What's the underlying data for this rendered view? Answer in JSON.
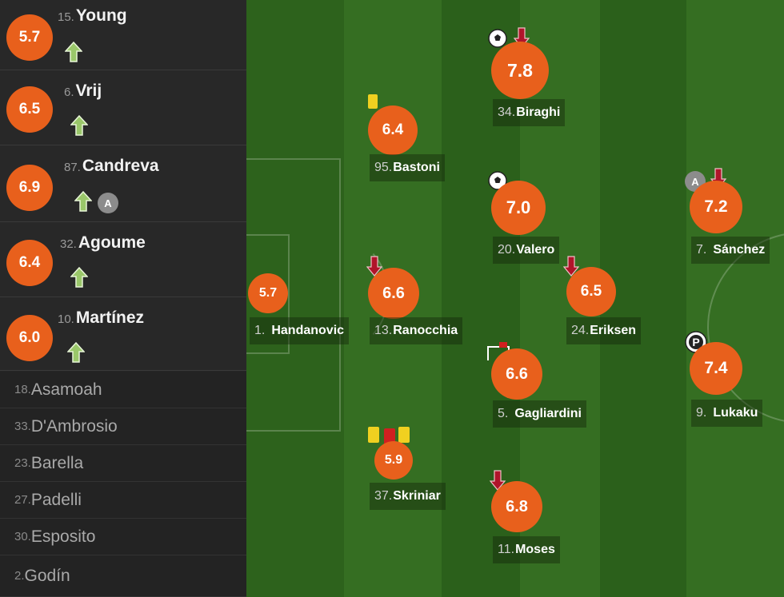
{
  "substitutes": [
    {
      "rating": "5.7",
      "number": "15.",
      "name": "Young",
      "arrow": "up-arrow-icon"
    },
    {
      "rating": "6.5",
      "number": "6.",
      "name": "Vrij",
      "arrow": "up-arrow-icon"
    },
    {
      "rating": "6.9",
      "number": "87.",
      "name": "Candreva",
      "arrow": "up-arrow-icon",
      "badge": "A"
    },
    {
      "rating": "6.4",
      "number": "32.",
      "name": "Agoume",
      "arrow": "up-arrow-icon"
    },
    {
      "rating": "6.0",
      "number": "10.",
      "name": "Martínez",
      "arrow": "up-arrow-icon"
    }
  ],
  "bench": [
    {
      "number": "18.",
      "name": "Asamoah"
    },
    {
      "number": "33.",
      "name": "D'Ambrosio"
    },
    {
      "number": "23.",
      "name": "Barella"
    },
    {
      "number": "27.",
      "name": "Padelli"
    },
    {
      "number": "30.",
      "name": "Esposito"
    },
    {
      "number": "2.",
      "name": "Godín"
    }
  ],
  "lineup": [
    {
      "rating": "5.7",
      "number": "1.",
      "name": "Handanovic",
      "icons": []
    },
    {
      "rating": "6.4",
      "number": "95.",
      "name": "Bastoni",
      "icons": [
        "yellow-card-icon"
      ]
    },
    {
      "rating": "6.6",
      "number": "13.",
      "name": "Ranocchia",
      "icons": [
        "sub-off-arrow-icon"
      ]
    },
    {
      "rating": "5.9",
      "number": "37.",
      "name": "Skriniar",
      "icons": [
        "second-yellow-red-card-icon"
      ]
    },
    {
      "rating": "7.8",
      "number": "34.",
      "name": "Biraghi",
      "icons": [
        "goal-ball-icon",
        "sub-off-arrow-icon"
      ]
    },
    {
      "rating": "7.0",
      "number": "20.",
      "name": "Valero",
      "icons": [
        "goal-ball-icon"
      ]
    },
    {
      "rating": "6.6",
      "number": "5.",
      "name": "Gagliardini",
      "icons": [
        "corner-flag-assist-icon"
      ]
    },
    {
      "rating": "6.8",
      "number": "11.",
      "name": "Moses",
      "icons": [
        "sub-off-arrow-icon"
      ]
    },
    {
      "rating": "6.5",
      "number": "24.",
      "name": "Eriksen",
      "icons": [
        "sub-off-arrow-icon"
      ]
    },
    {
      "rating": "7.2",
      "number": "7.",
      "name": "Sánchez",
      "icons": [
        "assist-badge-icon",
        "sub-off-arrow-icon"
      ],
      "badge": "A"
    },
    {
      "rating": "7.4",
      "number": "9.",
      "name": "Lukaku",
      "icons": [
        "penalty-goal-icon"
      ]
    }
  ],
  "colors": {
    "rating": "#e8601c",
    "pitch_dark": "#2a5e1a",
    "pitch_light": "#336b20",
    "up_arrow": "#9ac76a",
    "down_arrow": "#b0142a",
    "yellow_card": "#f0d020",
    "red_card": "#d02020"
  }
}
